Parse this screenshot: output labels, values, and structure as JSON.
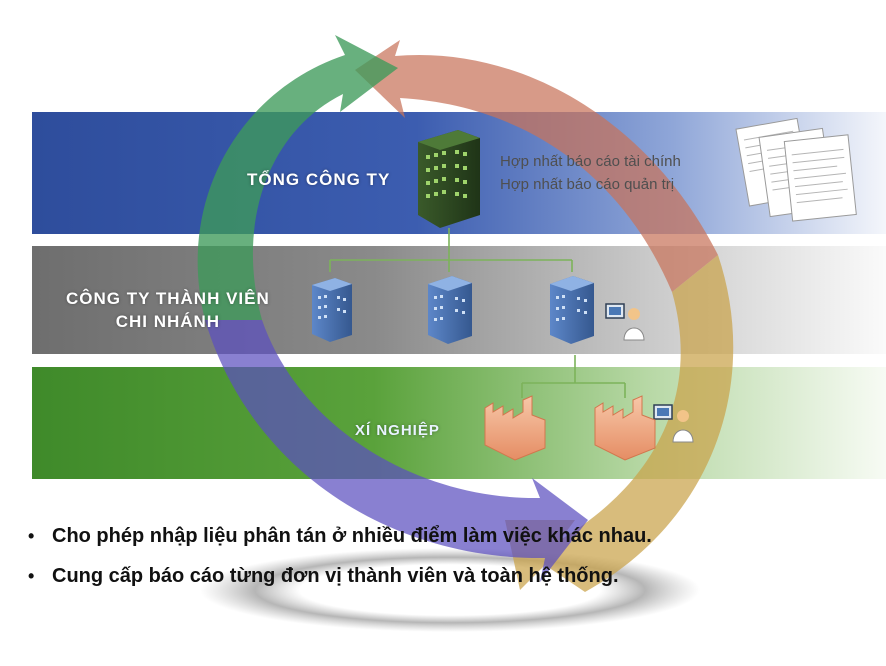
{
  "tiers": {
    "top": "TỔNG CÔNG TY",
    "middle_line1": "CÔNG TY THÀNH VIÊN",
    "middle_line2": "CHI NHÁNH",
    "bottom": "XÍ NGHIỆP"
  },
  "notes": {
    "line1": "Hợp nhất báo cáo tài chính",
    "line2": "Hợp nhất báo cáo quản trị"
  },
  "bullets": [
    "Cho phép nhập liệu phân tán ở nhiều điểm làm việc khác nhau.",
    "Cung cấp báo cáo từng đơn vị thành viên và toàn hệ thống."
  ],
  "colors": {
    "top_band": "#3c5db0",
    "middle_band": "#8a8a8a",
    "bottom_band": "#5aa23b",
    "arrow_green": "#3e9a5a",
    "arrow_salmon": "#c8735a",
    "arrow_gold": "#c9a24a",
    "arrow_purple": "#5b4fbf"
  }
}
